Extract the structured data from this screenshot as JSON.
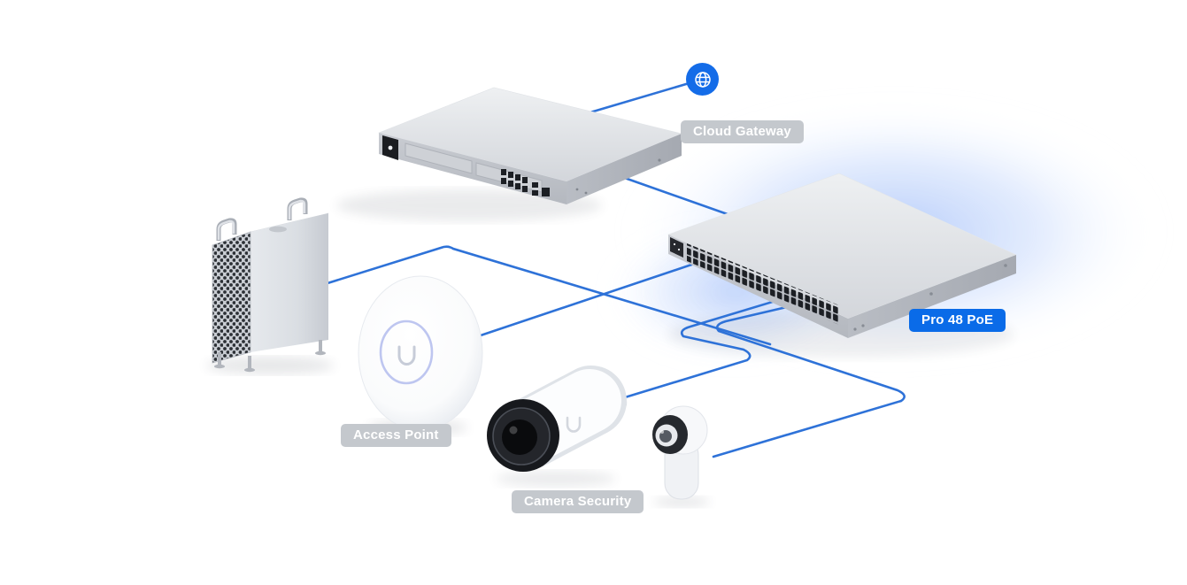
{
  "diagram": {
    "badges": {
      "cloud_gateway": "Cloud Gateway",
      "switch": "Pro 48 PoE",
      "access_point": "Access Point",
      "camera_security": "Camera Security"
    },
    "colors": {
      "cable_blue": "#2E72D8",
      "globe_blue": "#146CE8",
      "badge_blue": "#0A6BE8",
      "badge_gray": "#C4C8CD",
      "glow_blue": "#7CA3F7"
    },
    "icons": {
      "internet": "globe-icon"
    },
    "devices": [
      "cloud-gateway-rackmount",
      "poe-switch-48-port",
      "desktop-computer-tower",
      "wireless-access-point",
      "bullet-security-camera",
      "flex-security-camera"
    ]
  }
}
